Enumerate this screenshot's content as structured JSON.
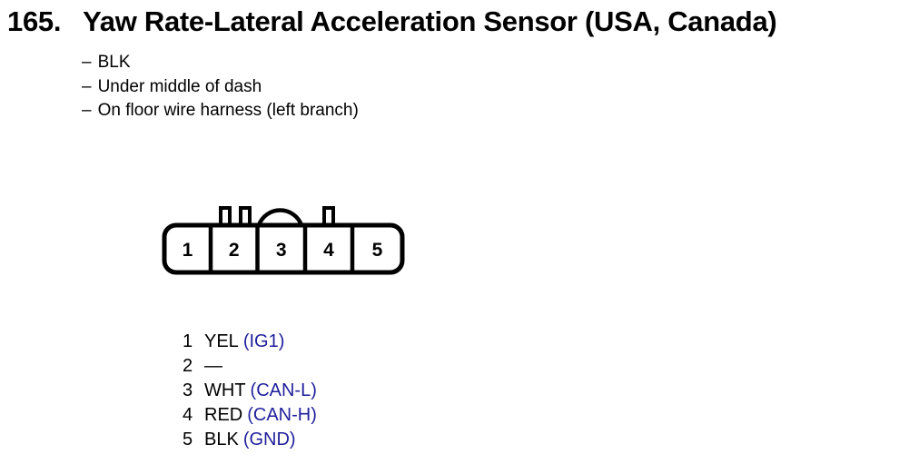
{
  "colors": {
    "text": "#000000",
    "signal_blue": "#1f1f9c",
    "background": "#ffffff"
  },
  "header": {
    "number": "165.",
    "title": "Yaw Rate-Lateral Acceleration Sensor (USA, Canada)"
  },
  "notes": [
    {
      "dash": "–",
      "text": "BLK"
    },
    {
      "dash": "–",
      "text": "Under middle of dash"
    },
    {
      "dash": "–",
      "text": "On floor wire harness (left branch)"
    }
  ],
  "connector": {
    "cavities": [
      "1",
      "2",
      "3",
      "4",
      "5"
    ]
  },
  "pinout": [
    {
      "pin": "1",
      "wire": "YEL",
      "signal": "(IG1)"
    },
    {
      "pin": "2",
      "wire": "—",
      "signal": ""
    },
    {
      "pin": "3",
      "wire": "WHT",
      "signal": "(CAN-L)"
    },
    {
      "pin": "4",
      "wire": "RED",
      "signal": "(CAN-H)"
    },
    {
      "pin": "5",
      "wire": "BLK",
      "signal": "(GND)"
    }
  ]
}
